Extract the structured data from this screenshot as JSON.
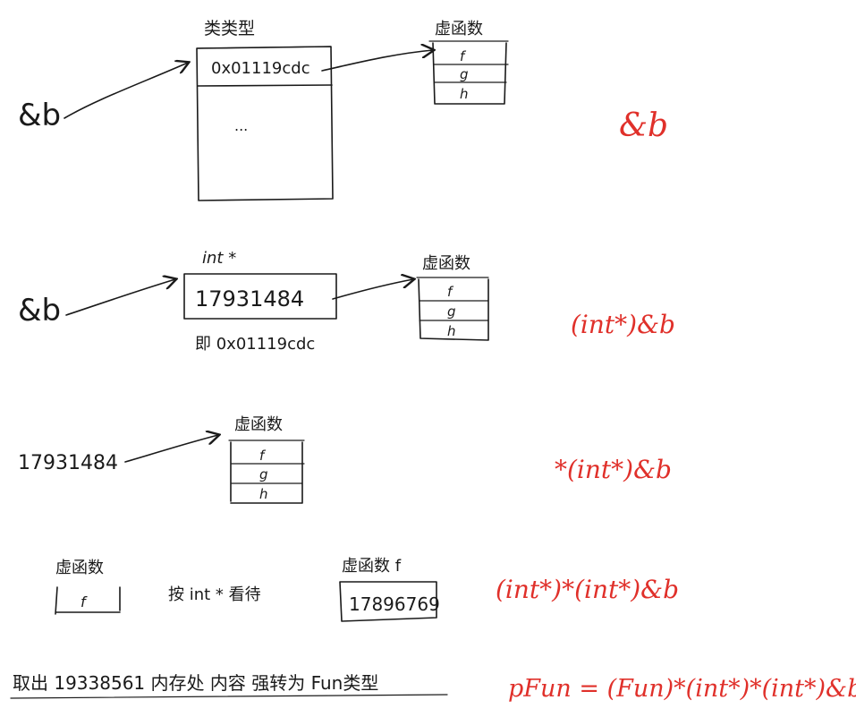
{
  "row1": {
    "pointer_label": "&b",
    "box_title": "类类型",
    "box_value": "0x01119cdc",
    "box_ellipsis": "...",
    "vtable_title": "虚函数",
    "vtable_entries": [
      "f",
      "g",
      "h"
    ],
    "expression": "&b"
  },
  "row2": {
    "pointer_label": "&b",
    "box_title": "int *",
    "box_value": "17931484",
    "box_note": "即 0x01119cdc",
    "vtable_title": "虚函数",
    "vtable_entries": [
      "f",
      "g",
      "h"
    ],
    "expression": "(int*)&b"
  },
  "row3": {
    "value_label": "17931484",
    "vtable_title": "虚函数",
    "vtable_entries": [
      "f",
      "g",
      "h"
    ],
    "expression": "*(int*)&b"
  },
  "row4": {
    "vtable_title": "虚函数",
    "vtable_entry": "f",
    "middle_note": "按 int * 看待",
    "right_title": "虚函数 f",
    "right_value": "17896769",
    "expression": "(int*)*(int*)&b"
  },
  "row5": {
    "note": "取出 19338561 内存处 内容 强转为 Fun类型",
    "expression": "pFun = (Fun)*(int*)*(int*)&b"
  },
  "colors": {
    "ink": "#1a1a1a",
    "annotation": "#e0302a"
  }
}
